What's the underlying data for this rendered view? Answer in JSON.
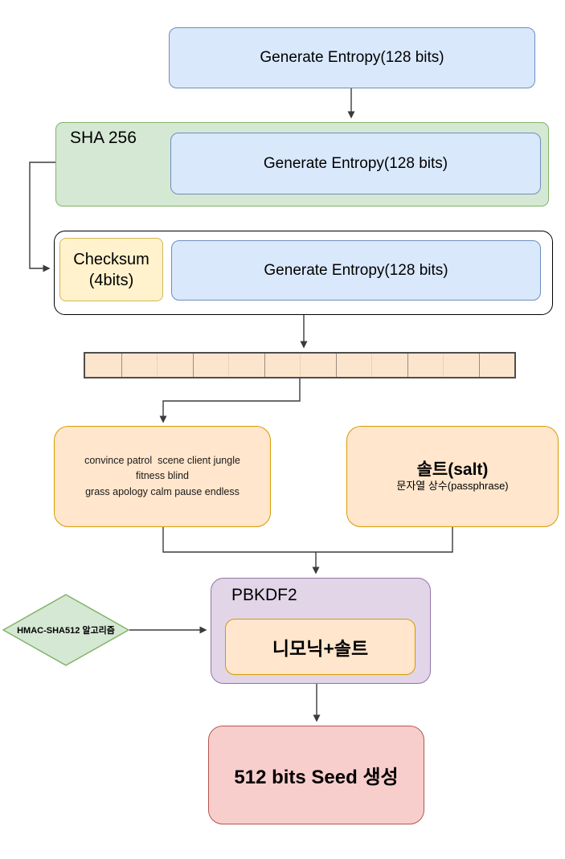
{
  "nodes": {
    "entropy_top": {
      "label": "Generate Entropy(128 bits)"
    },
    "sha256": {
      "label": "SHA 256",
      "inner_label": "Generate Entropy(128 bits)"
    },
    "checksum": {
      "line1": "Checksum",
      "line2": "(4bits)",
      "inner_label": "Generate Entropy(128 bits)"
    },
    "bit_bar": {
      "segments": 12
    },
    "mnemonic": {
      "lines": [
        "convince patrol  scene client jungle",
        "fitness blind",
        "grass apology calm pause endless"
      ]
    },
    "salt": {
      "title": "솔트(salt)",
      "subtitle": "문자열 상수(passphrase)"
    },
    "hmac": {
      "label": "HMAC-SHA512 알고리즘"
    },
    "pbkdf2": {
      "label": "PBKDF2",
      "inner_label": "니모닉+솔트"
    },
    "seed": {
      "label": "512 bits Seed 생성"
    }
  },
  "colors": {
    "blue_fill": "#dae8fc",
    "blue_stroke": "#6c8ebf",
    "green_fill": "#d5e8d4",
    "green_stroke": "#82b366",
    "yellow_fill": "#fff2cc",
    "yellow_stroke": "#d6b656",
    "orange_fill": "#ffe6cc",
    "orange_stroke": "#d79b00",
    "bar_fill": "#fce5cd",
    "bar_stroke": "#4d4d4d",
    "purple_fill": "#e1d5e7",
    "purple_stroke": "#9673a6",
    "red_fill": "#f8cecc",
    "red_stroke": "#b85450",
    "connector": "#3b3b3b"
  }
}
